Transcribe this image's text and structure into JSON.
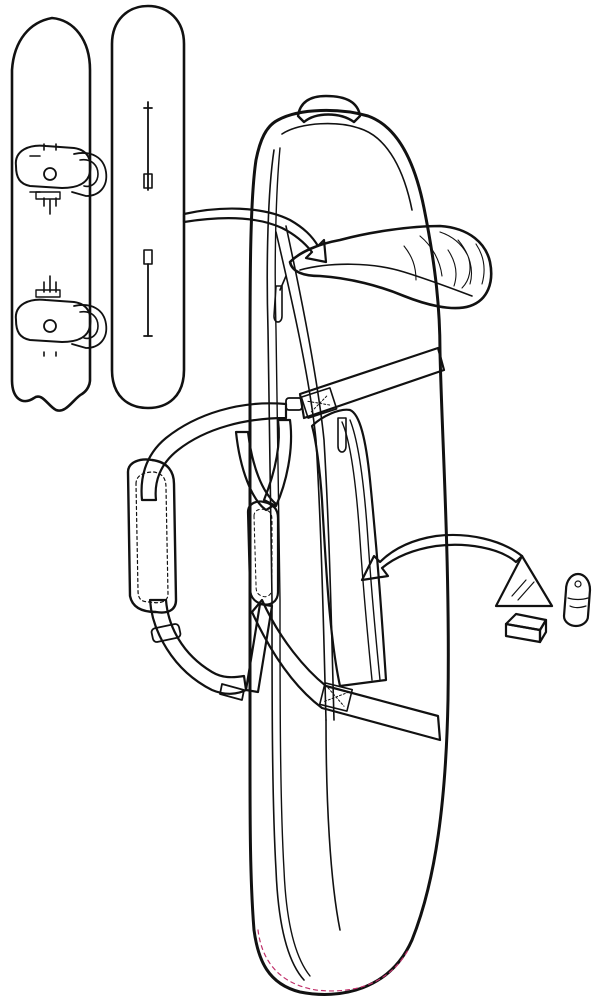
{
  "illustration": {
    "subject": "snowboard-bag-packing-diagram",
    "colors": {
      "background": "#ffffff",
      "ink": "#111111",
      "fill": "#ffffff",
      "accent_dash": "#c0306a",
      "light_fill": "#f2f2f2"
    },
    "parts": [
      "snowboard-with-bindings",
      "snowboard-without-bindings",
      "snowboard-bag",
      "bag-top-flap",
      "side-pocket",
      "shoulder-strap",
      "strap-shoulder-pad",
      "carry-handle",
      "wax-scraper",
      "wax-block",
      "wax-puck"
    ],
    "arrows": [
      "board-into-bag-arrow",
      "accessories-into-pocket-arrow"
    ]
  }
}
